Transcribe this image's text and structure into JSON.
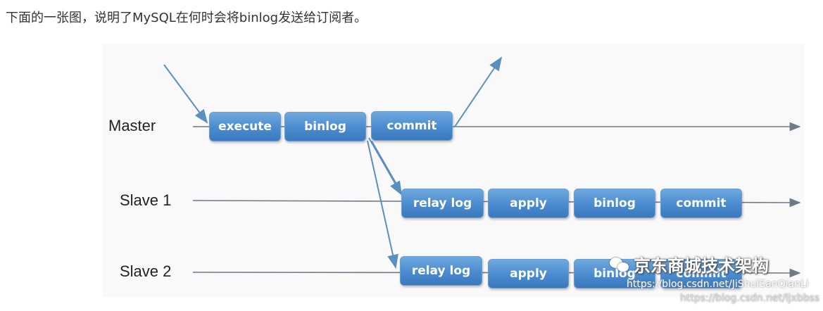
{
  "intro_text": "下面的一张图，说明了MySQL在何时会将binlog发送给订阅者。",
  "diagram": {
    "rows": [
      {
        "label": "Master",
        "steps": [
          "execute",
          "binlog",
          "commit"
        ]
      },
      {
        "label": "Slave 1",
        "steps": [
          "relay log",
          "apply",
          "binlog",
          "commit"
        ]
      },
      {
        "label": "Slave 2",
        "steps": [
          "relay log",
          "apply",
          "binlog",
          "commit"
        ]
      }
    ],
    "colors": {
      "step_fill": "#4a8bcf",
      "step_text": "#ffffff",
      "timeline": "#6b7b8c",
      "arrow": "#5b8fc0"
    }
  },
  "watermark": {
    "brand": "京东商城技术架构",
    "icon": "wechat-icon",
    "url_1": "https://blog.csdn.net/JiShuiSanQianLi",
    "url_2": "https://blog.csdn.net/ljxbbss"
  }
}
